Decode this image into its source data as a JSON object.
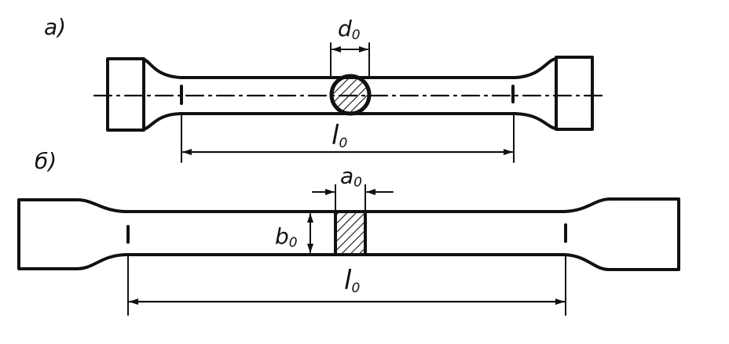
{
  "figure": {
    "part_a": {
      "label": "а)",
      "diameter": {
        "symbol": "d",
        "subscript": "0"
      },
      "gauge_length": {
        "symbol": "l",
        "subscript": "0"
      }
    },
    "part_b": {
      "label": "б)",
      "thickness": {
        "symbol": "a",
        "subscript": "0"
      },
      "width": {
        "symbol": "b",
        "subscript": "0"
      },
      "gauge_length": {
        "symbol": "l",
        "subscript": "0"
      }
    }
  }
}
